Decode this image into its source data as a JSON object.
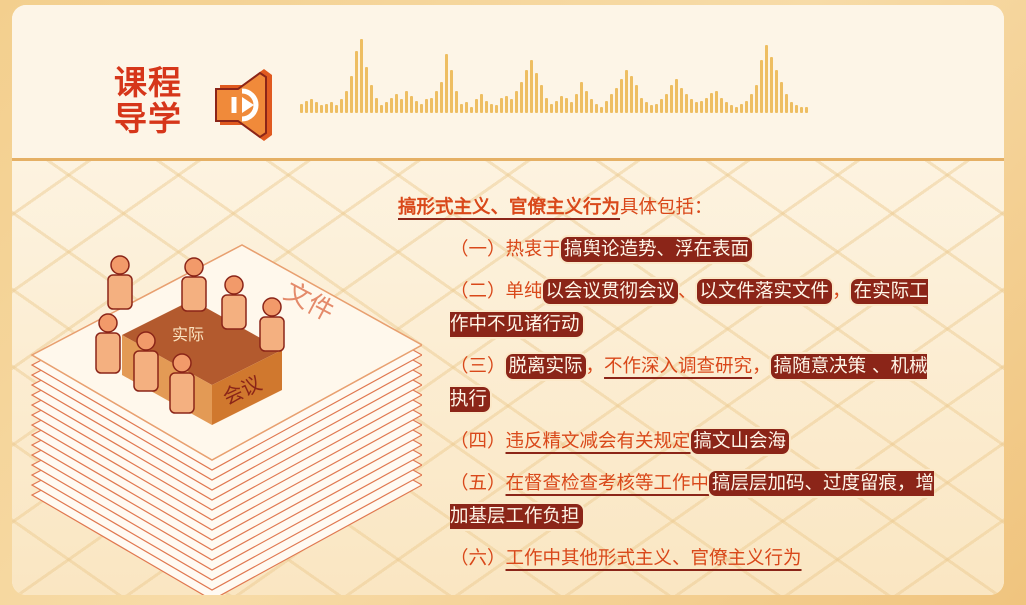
{
  "header": {
    "title_line1": "课程",
    "title_line2": "导学",
    "wave_levels": [
      6,
      8,
      9,
      7,
      5,
      6,
      7,
      5,
      9,
      14,
      24,
      40,
      48,
      30,
      18,
      10,
      5,
      7,
      10,
      12,
      9,
      14,
      11,
      8,
      6,
      9,
      10,
      14,
      20,
      38,
      28,
      14,
      6,
      7,
      4,
      9,
      12,
      8,
      6,
      5,
      10,
      11,
      9,
      14,
      20,
      28,
      34,
      26,
      18,
      10,
      6,
      8,
      11,
      10,
      7,
      12,
      20,
      14,
      9,
      6,
      4,
      8,
      12,
      16,
      22,
      28,
      24,
      18,
      10,
      7,
      5,
      6,
      9,
      12,
      18,
      22,
      16,
      12,
      9,
      7,
      8,
      10,
      13,
      14,
      10,
      7,
      5,
      4,
      6,
      8,
      12,
      18,
      34,
      44,
      36,
      28,
      20,
      12,
      7,
      5,
      4,
      4
    ],
    "colors": {
      "accent": "#d6361a",
      "box": "#8b2518",
      "text": "#d9481a"
    }
  },
  "illustration": {
    "paper_label": "文件",
    "block_top_label": "实际",
    "block_side_label": "会议"
  },
  "content": {
    "heading": [
      {
        "t": "搞形式主义、官僚主义行为",
        "s": "lead"
      },
      {
        "t": "具体包括：",
        "s": "plain"
      }
    ],
    "items": [
      [
        {
          "t": "（一）热衷于",
          "s": "plain"
        },
        {
          "t": "搞舆论造势、浮在表面",
          "s": "box"
        }
      ],
      [
        {
          "t": "（二）单纯",
          "s": "plain"
        },
        {
          "t": "以会议贯彻会议",
          "s": "box"
        },
        {
          "t": "、",
          "s": "plain"
        },
        {
          "t": "以文件落实文件",
          "s": "box"
        },
        {
          "t": "，",
          "s": "plain"
        },
        {
          "t": "在实际工作中不见诸行动",
          "s": "box"
        }
      ],
      [
        {
          "t": "（三）",
          "s": "plain"
        },
        {
          "t": "脱离实际",
          "s": "box"
        },
        {
          "t": "，",
          "s": "plain"
        },
        {
          "t": "不作深入调查研究",
          "s": "ul"
        },
        {
          "t": "，",
          "s": "plain"
        },
        {
          "t": "搞随意决策 、机械执行",
          "s": "box"
        }
      ],
      [
        {
          "t": "（四）",
          "s": "plain"
        },
        {
          "t": "违反精文减会有关规定",
          "s": "ul"
        },
        {
          "t": "搞文山会海",
          "s": "box"
        }
      ],
      [
        {
          "t": "（五）",
          "s": "plain"
        },
        {
          "t": "在督查检查考核等工作中",
          "s": "ul"
        },
        {
          "t": "搞层层加码、过度留痕，增加基层工作负担",
          "s": "box"
        }
      ],
      [
        {
          "t": "（六）",
          "s": "plain"
        },
        {
          "t": "工作中其他形式主义、官僚主义行为",
          "s": "ul"
        }
      ]
    ]
  }
}
